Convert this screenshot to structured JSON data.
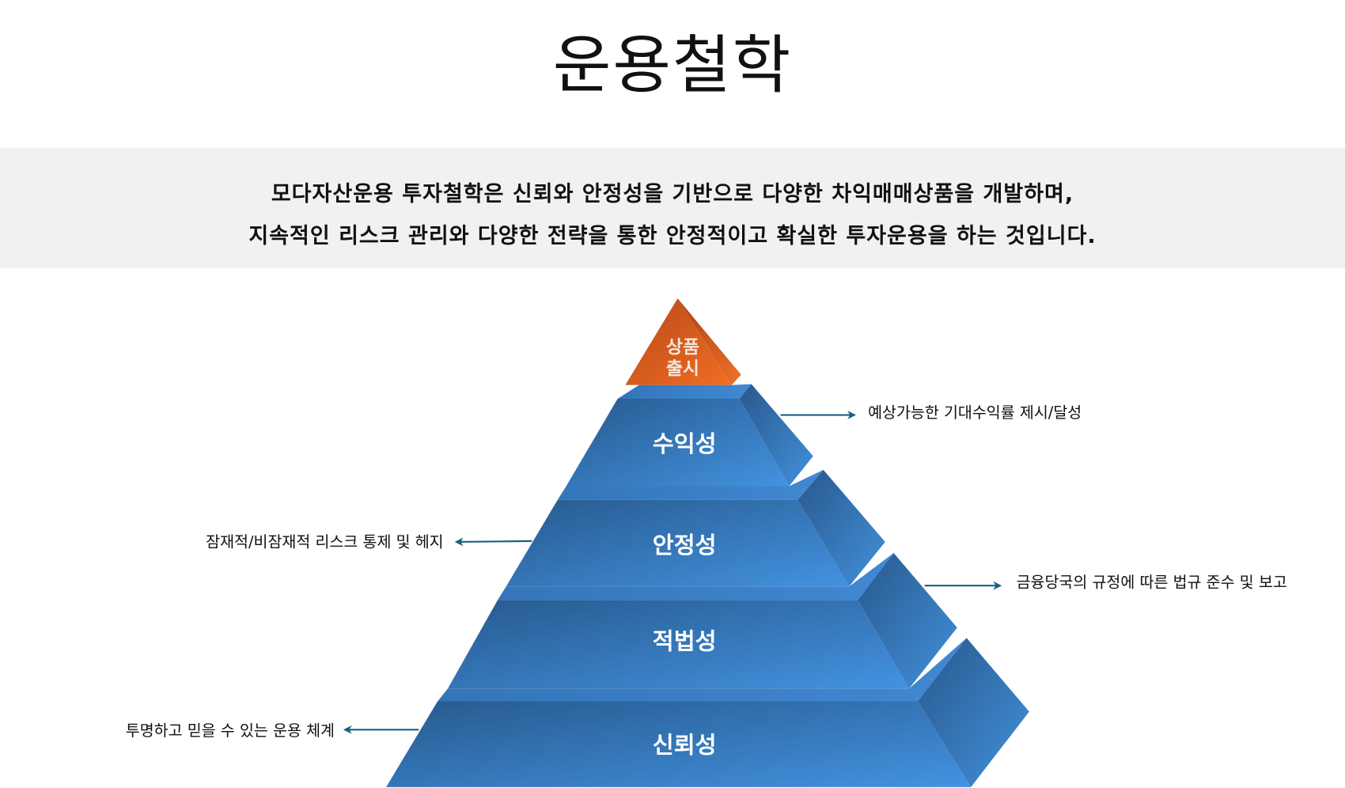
{
  "title": "운용철학",
  "intro": {
    "line1": "모다자산운용 투자철학은 신뢰와 안정성을 기반으로 다양한 차익매매상품을 개발하며,",
    "line2": "지속적인 리스크 관리와 다양한 전략을 통한 안정적이고 확실한 투자운용을 하는 것입니다."
  },
  "pyramid": {
    "top": {
      "line1": "상품",
      "line2": "출시"
    },
    "tiers": [
      {
        "label": "수익성",
        "note": "예상가능한 기대수익률 제시/달성"
      },
      {
        "label": "안정성",
        "note": "잠재적/비잠재적 리스크 통제 및 헤지"
      },
      {
        "label": "적법성",
        "note": "금융당국의 규정에 따른 법규 준수 및 보고"
      },
      {
        "label": "신뢰성",
        "note": "투명하고 믿을 수 있는 운용 체계"
      }
    ]
  },
  "colors": {
    "orange": "#e8651f",
    "blue": "#3a80c8",
    "arrow": "#1a5f80"
  }
}
